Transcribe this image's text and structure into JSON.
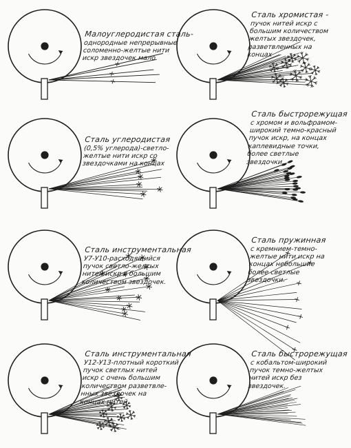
{
  "panels": [
    {
      "id": "low-carbon",
      "title": "Малоуглеродистая сталь-",
      "lines": [
        "однородные непрерывные",
        "соломенно-желтые нити",
        "искр звездочек мало."
      ],
      "spark": "low"
    },
    {
      "id": "chromium",
      "title": "Сталь хромистая -",
      "lines": [
        "пучок нитей искр с",
        "большим количеством",
        "желтых звездочек,",
        "разветвленных на",
        "концах"
      ],
      "spark": "chrome"
    },
    {
      "id": "carbon",
      "title": "Сталь углеродистая",
      "lines": [
        "(0,5% углерода)-светло-",
        "желтые нити искр со",
        "звездочками на концах"
      ],
      "spark": "carbon"
    },
    {
      "id": "high-speed-tungsten",
      "title": "Сталь быстрорежущая",
      "lines": [
        "с хромом и вольфрамом-",
        "широкий темно-красный",
        "пучок искр, на концах",
        "каплевидные точки,",
        "более светлые",
        "звездочки."
      ],
      "spark": "drops"
    },
    {
      "id": "tool-u7-u10",
      "title": "Сталь инструментальная",
      "lines": [
        "У7-У10-расходящийся",
        "пучок светло-желтых",
        "нитей искр с большим",
        "количеством звездочек."
      ],
      "spark": "tool1"
    },
    {
      "id": "spring",
      "title": "Сталь пружинная",
      "lines": [
        "с кремнием-темно-",
        "желтые нити искр на",
        "концах небольшие",
        "более светлые",
        "звездочки."
      ],
      "spark": "spring"
    },
    {
      "id": "tool-u12-u13",
      "title": "Сталь инструментальная",
      "lines": [
        "У12-У13-плотный короткий",
        "пучок светлых нитей",
        "искр с очень большим",
        "количеством разветвле-",
        "нных звездочек на",
        "концах нитей."
      ],
      "spark": "tool2"
    },
    {
      "id": "high-speed-cobalt",
      "title": "Сталь быстрорежущая",
      "lines": [
        "с кобальтом-широкий",
        "пучок темно-желтых",
        "нитей искр без",
        "звездочек."
      ],
      "spark": "plain"
    }
  ]
}
